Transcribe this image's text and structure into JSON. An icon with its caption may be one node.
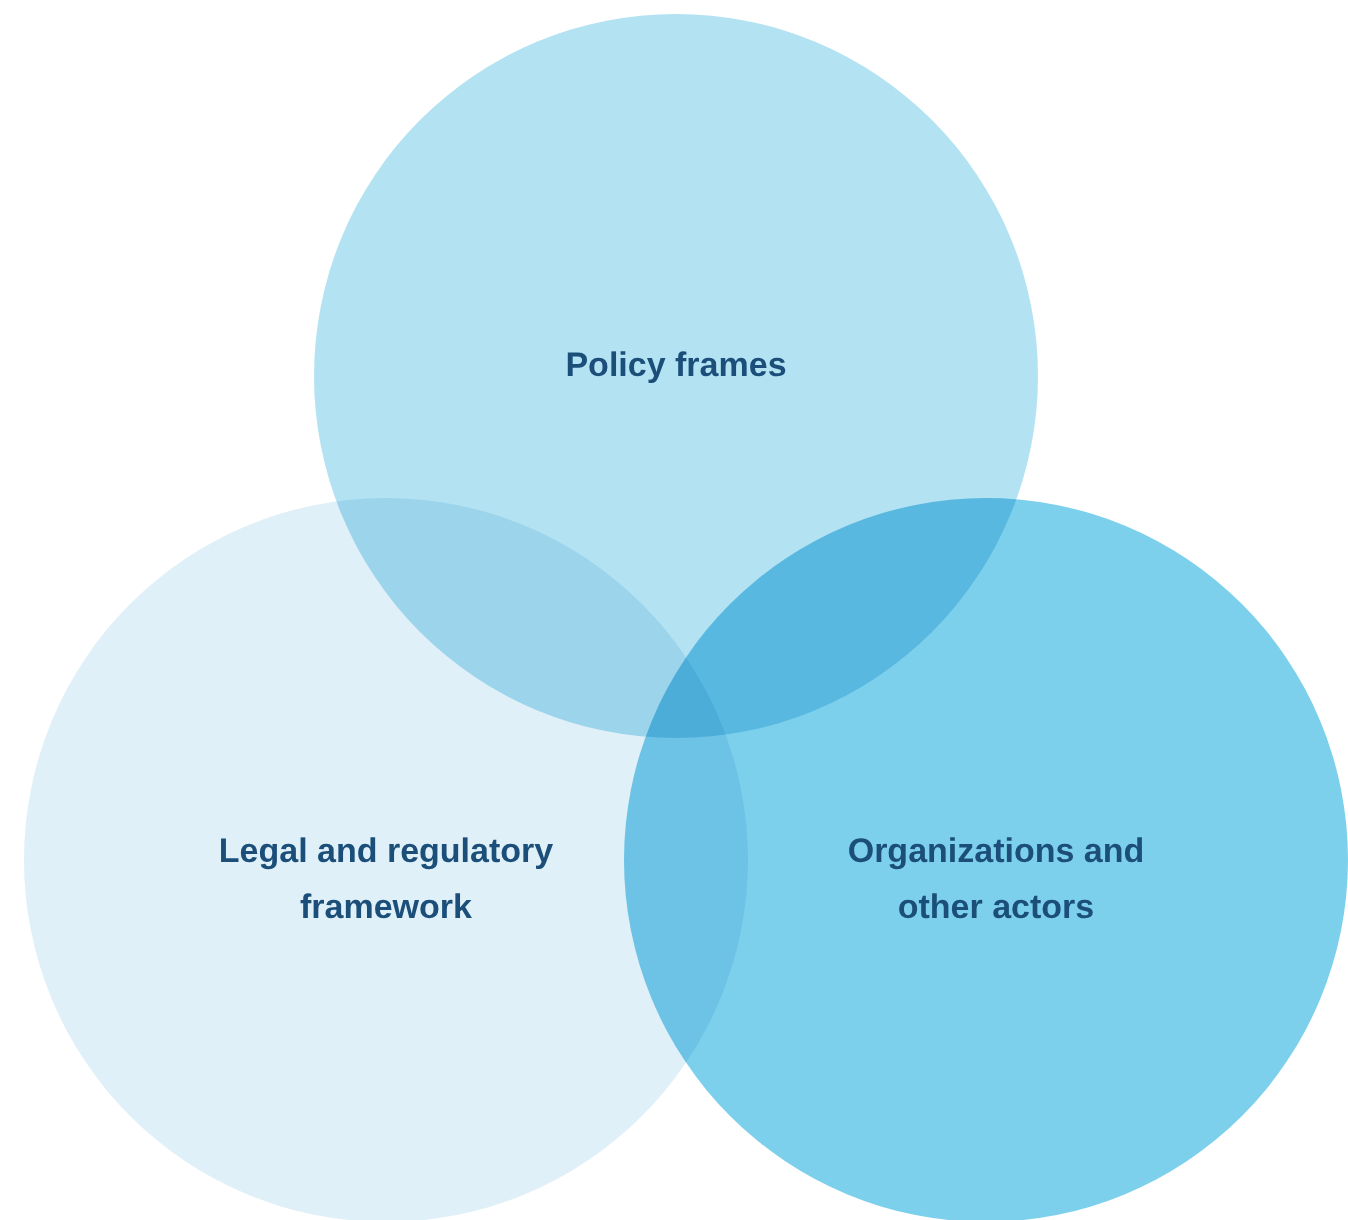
{
  "diagram": {
    "nodes": [
      {
        "text": [
          "Policy frames"
        ]
      },
      {
        "text": [
          "Legal and regulatory framework"
        ]
      },
      {
        "text": [
          "Organizations and other actors"
        ]
      }
    ]
  }
}
